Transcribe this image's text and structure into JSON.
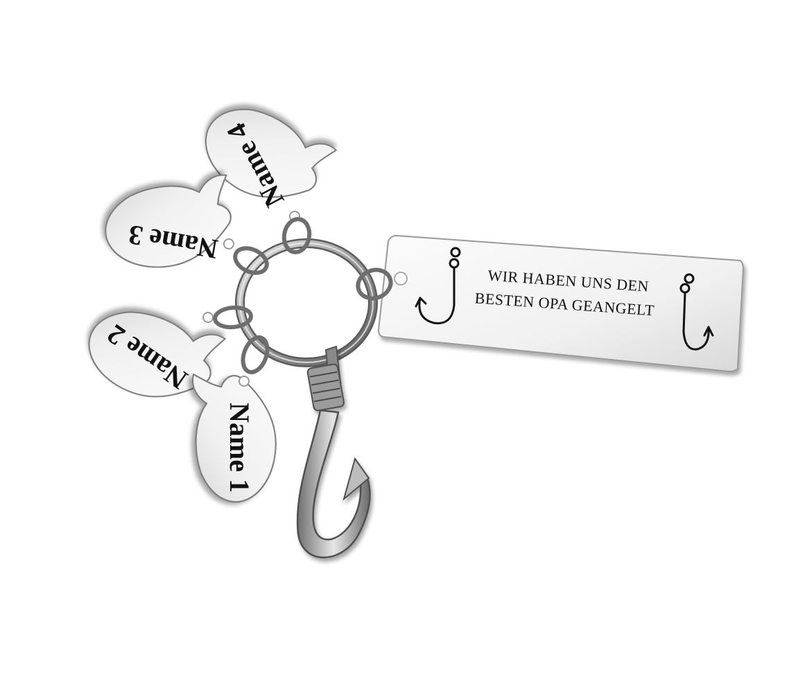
{
  "product": {
    "tag_text_line1": "WIR HABEN UNS DEN",
    "tag_text_line2": "BESTEN OPA GEANGELT",
    "charms": [
      {
        "label": "Name 1"
      },
      {
        "label": "Name 2"
      },
      {
        "label": "Name 3"
      },
      {
        "label": "Name 4"
      }
    ]
  },
  "colors": {
    "background": "#ffffff",
    "metal_light": "#f4f4f4",
    "metal_edge": "#8a8a8a",
    "engraving": "#111111"
  },
  "icons": [
    "fishing-hook-icon",
    "fishing-hook-icon"
  ]
}
